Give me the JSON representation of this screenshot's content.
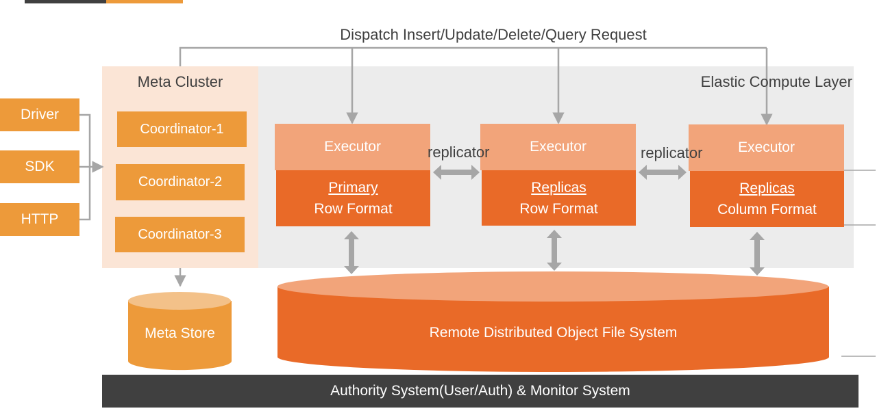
{
  "dispatch_label": "Dispatch Insert/Update/Delete/Query Request",
  "meta_cluster": {
    "title": "Meta Cluster",
    "coordinators": [
      "Coordinator-1",
      "Coordinator-2",
      "Coordinator-3"
    ]
  },
  "clients": [
    "Driver",
    "SDK",
    "HTTP"
  ],
  "compute_layer": {
    "title": "Elastic Compute Layer",
    "executors": [
      {
        "header": "Executor",
        "role": "Primary",
        "format": "Row Format"
      },
      {
        "header": "Executor",
        "role": "Replicas",
        "format": "Row Format"
      },
      {
        "header": "Executor",
        "role": "Replicas",
        "format": "Column Format"
      }
    ],
    "replicator_label": "replicator"
  },
  "storage": {
    "remote_fs": "Remote Distributed Object File System",
    "meta_store": "Meta Store"
  },
  "footer": "Authority System(User/Auth) & Monitor System",
  "colors": {
    "dark_gray": "#404040",
    "light_orange": "#ed9a3a",
    "executor_header": "#f2a47a",
    "executor_body": "#e96a28",
    "meta_panel_bg": "#fbe5d6",
    "compute_panel_bg": "#ececec",
    "connector_gray": "#a6a6a6"
  }
}
